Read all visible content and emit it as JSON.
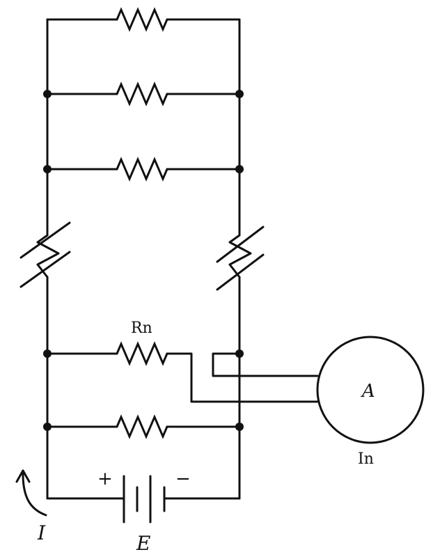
{
  "labels": {
    "rn": "Rn",
    "ammeter": "A",
    "in": "In",
    "plus": "+",
    "minus": "−",
    "current": "I",
    "emf": "E"
  },
  "colors": {
    "ink": "#111111",
    "paper": "#ffffff"
  }
}
